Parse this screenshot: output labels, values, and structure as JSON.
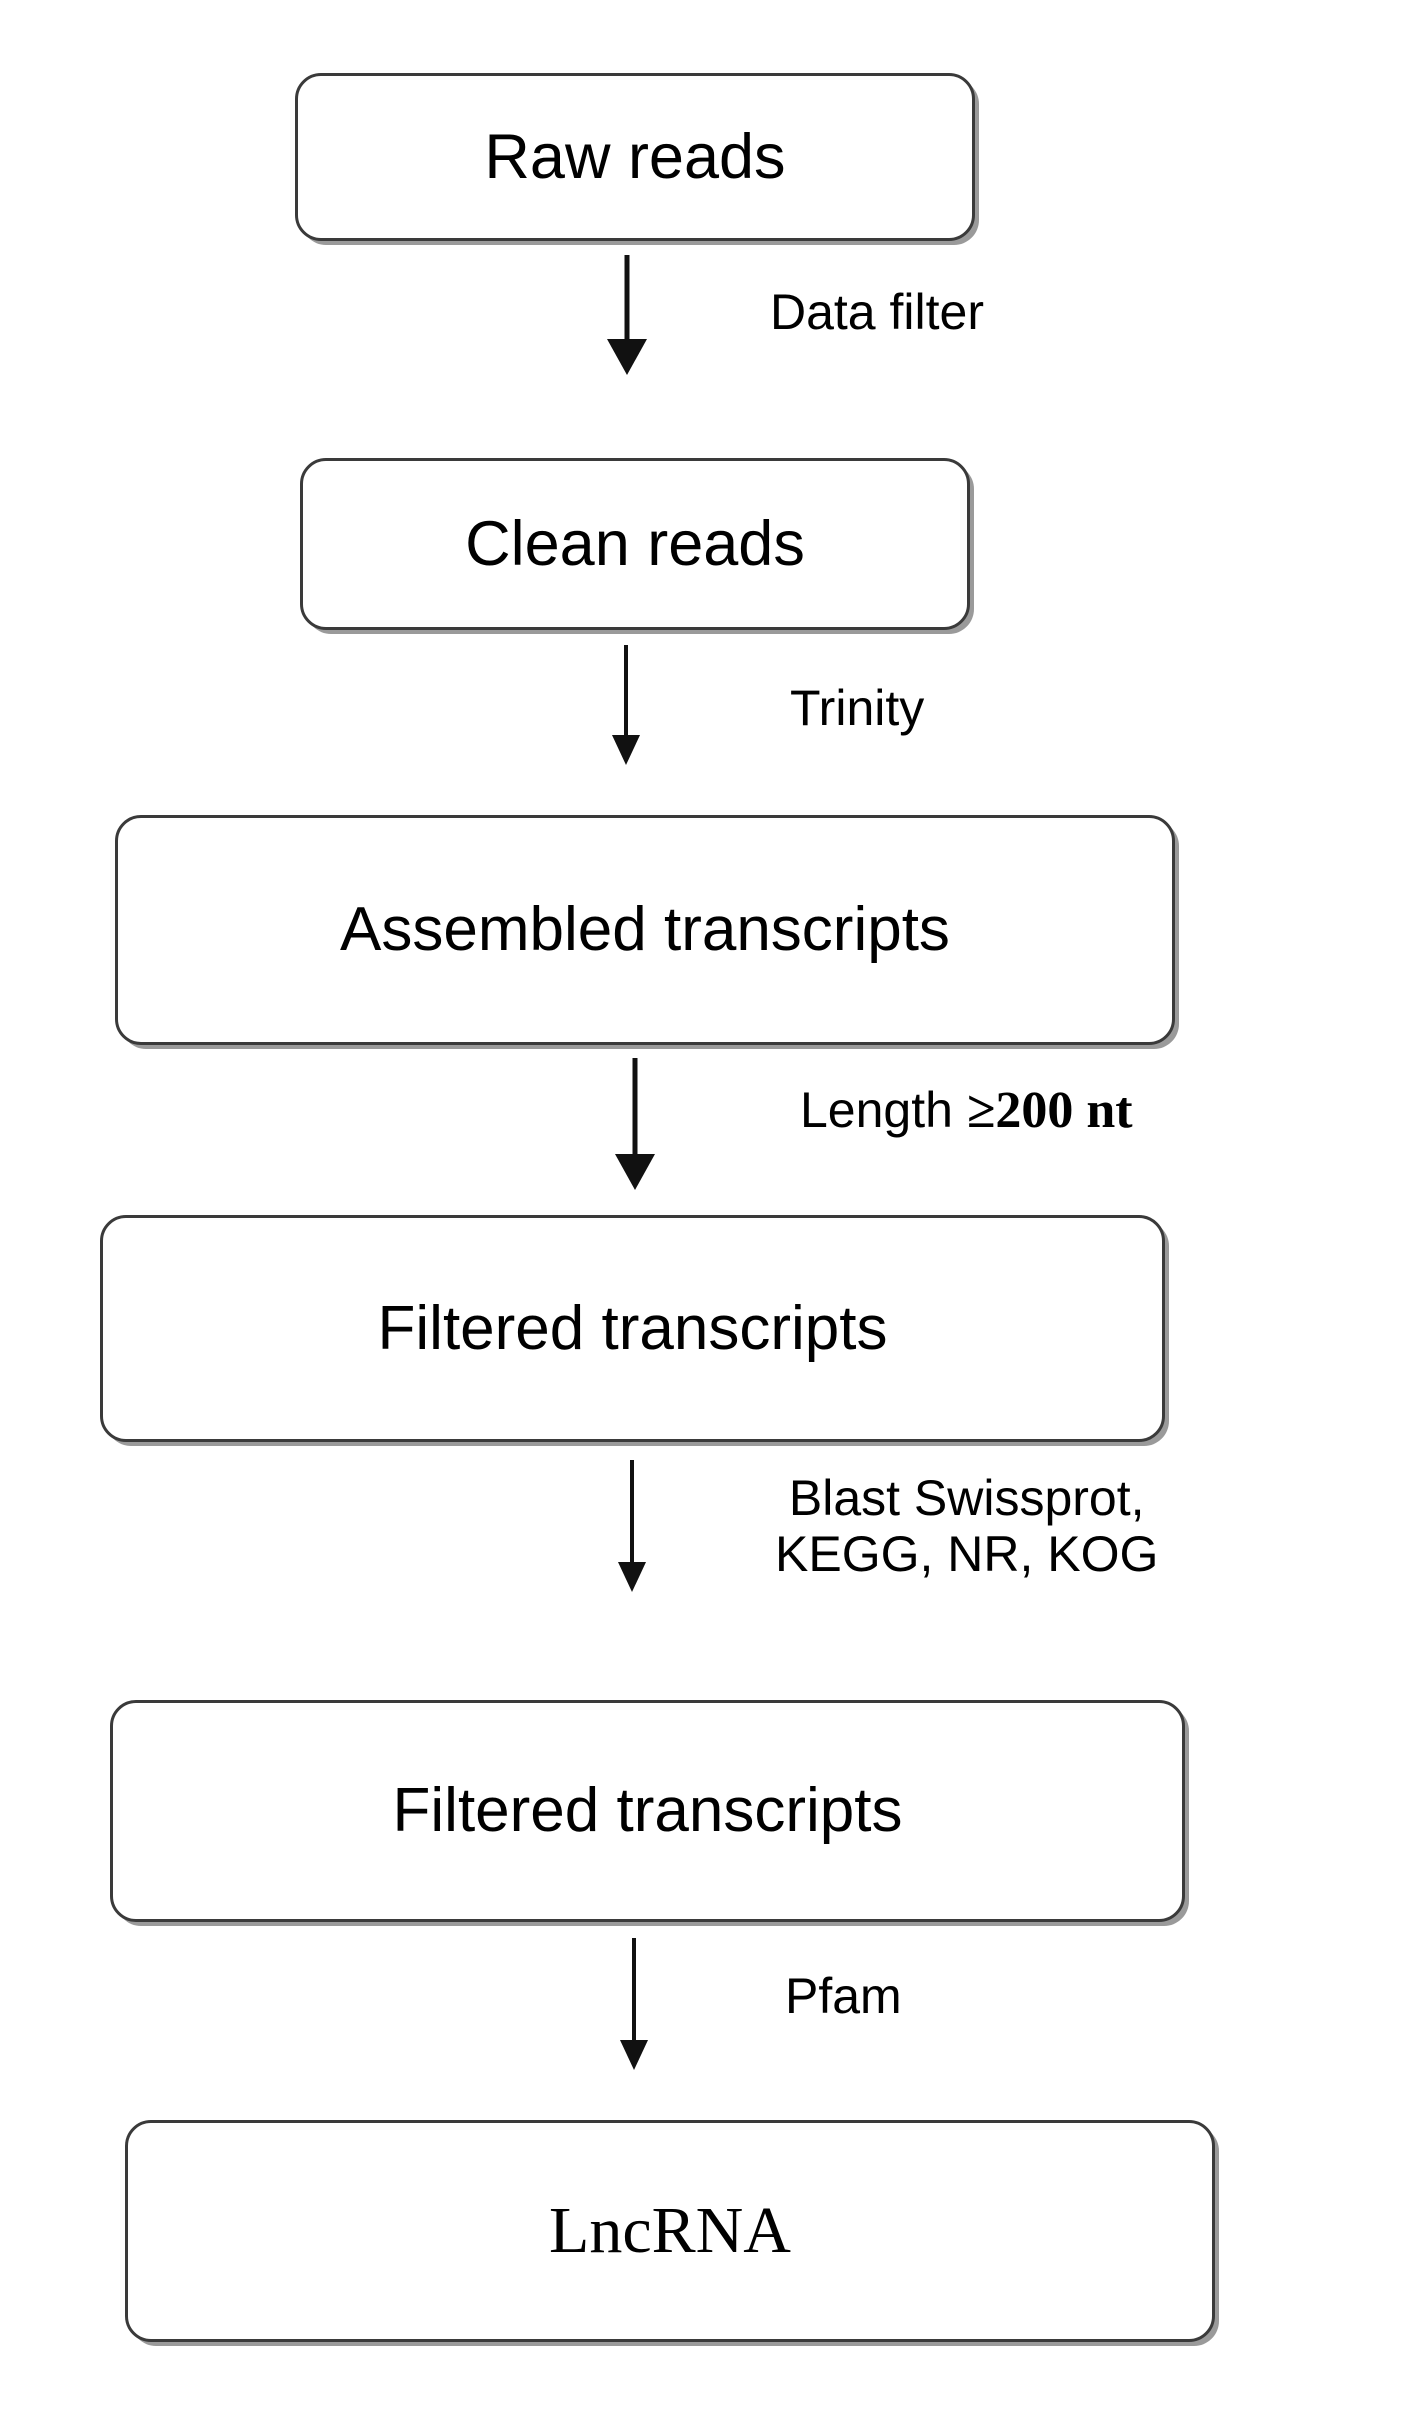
{
  "diagram": {
    "title": "LncRNA identification pipeline flowchart",
    "background_color": "#ffffff",
    "node_border_color": "#3a3a3a",
    "arrow_color": "#111111",
    "text_color": "#000000"
  },
  "nodes": [
    {
      "id": "raw-reads",
      "label": "Raw reads"
    },
    {
      "id": "clean-reads",
      "label": "Clean reads"
    },
    {
      "id": "assembled",
      "label": "Assembled transcripts"
    },
    {
      "id": "filtered-1",
      "label": "Filtered transcripts"
    },
    {
      "id": "filtered-2",
      "label": "Filtered transcripts"
    },
    {
      "id": "lncrna",
      "label": "LncRNA"
    }
  ],
  "edges": [
    {
      "id": "edge-1",
      "from": "raw-reads",
      "to": "clean-reads",
      "label": "Data filter",
      "icon": "down-arrow-icon"
    },
    {
      "id": "edge-2",
      "from": "clean-reads",
      "to": "assembled",
      "label": "Trinity",
      "icon": "down-arrow-icon"
    },
    {
      "id": "edge-3",
      "from": "assembled",
      "to": "filtered-1",
      "label_part_1": "Length ",
      "label_part_2": "≥200 nt",
      "icon": "down-arrow-icon"
    },
    {
      "id": "edge-4",
      "from": "filtered-1",
      "to": "filtered-2",
      "label_line_1": "Blast Swissprot,",
      "label_line_2": "KEGG, NR, KOG",
      "icon": "down-arrow-icon"
    },
    {
      "id": "edge-5",
      "from": "filtered-2",
      "to": "lncrna",
      "label": "Pfam",
      "icon": "down-arrow-icon"
    }
  ]
}
